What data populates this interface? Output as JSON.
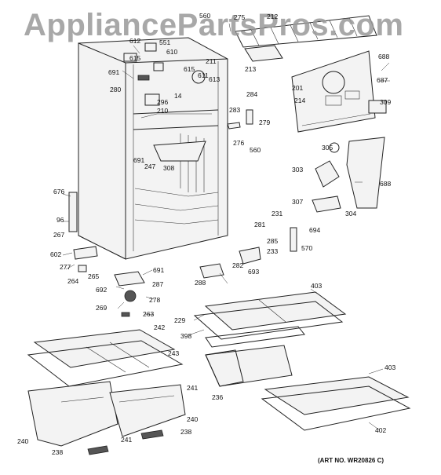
{
  "watermark": "AppliancePartsPros.com",
  "art_number": "(ART NO. WR20826 C)",
  "part_labels": [
    "560",
    "275",
    "212",
    "612",
    "551",
    "610",
    "615",
    "615",
    "691",
    "211",
    "611",
    "613",
    "213",
    "201",
    "688",
    "687",
    "214",
    "280",
    "296",
    "14",
    "210",
    "284",
    "283",
    "279",
    "276",
    "560",
    "309",
    "305",
    "691",
    "247",
    "308",
    "303",
    "688",
    "307",
    "304",
    "676",
    "96",
    "267",
    "231",
    "281",
    "285",
    "694",
    "233",
    "570",
    "602",
    "277",
    "282",
    "693",
    "691",
    "264",
    "265",
    "287",
    "288",
    "692",
    "278",
    "269",
    "263",
    "403",
    "229",
    "398",
    "242",
    "243",
    "241",
    "240",
    "236",
    "403",
    "240",
    "241",
    "238",
    "238",
    "402"
  ],
  "leader_lines": [
    [
      170,
      58,
      178,
      68
    ],
    [
      156,
      90,
      170,
      100
    ],
    [
      292,
      30,
      294,
      40
    ],
    [
      496,
      80,
      486,
      90
    ],
    [
      497,
      103,
      486,
      103
    ],
    [
      462,
      232,
      452,
      232
    ],
    [
      80,
      247,
      90,
      250
    ],
    [
      80,
      282,
      88,
      282
    ],
    [
      80,
      325,
      92,
      322
    ],
    [
      84,
      343,
      95,
      337
    ],
    [
      194,
      344,
      182,
      350
    ],
    [
      290,
      361,
      280,
      348
    ],
    [
      148,
      365,
      158,
      368
    ],
    [
      196,
      381,
      186,
      378
    ],
    [
      150,
      393,
      158,
      385
    ],
    [
      196,
      401,
      184,
      400
    ],
    [
      247,
      408,
      262,
      400
    ],
    [
      240,
      427,
      260,
      420
    ],
    [
      396,
      368,
      404,
      374
    ],
    [
      488,
      470,
      470,
      476
    ],
    [
      484,
      548,
      470,
      538
    ]
  ]
}
